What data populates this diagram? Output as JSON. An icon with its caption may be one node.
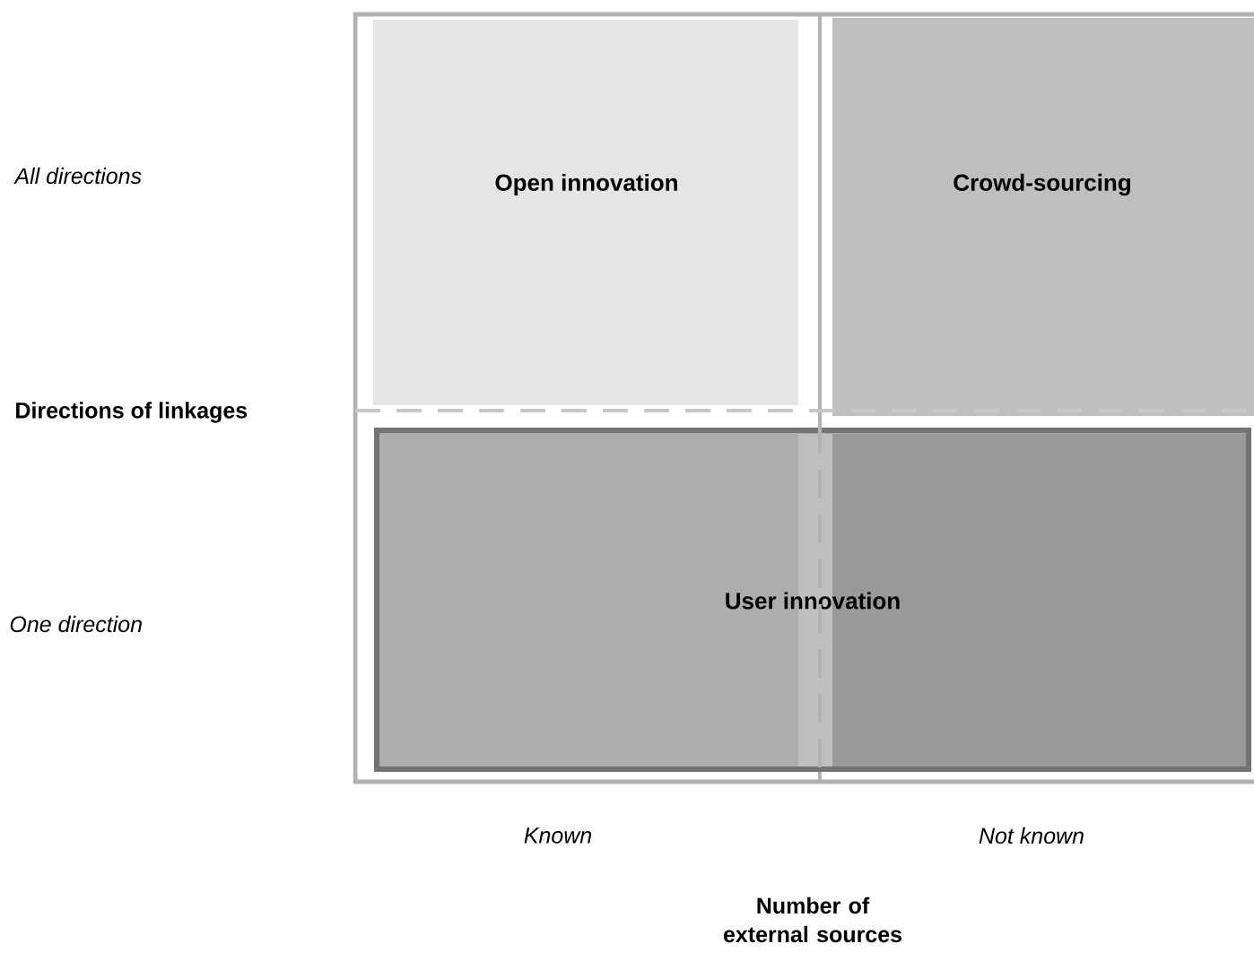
{
  "diagram": {
    "nodes": [
      {
        "text": [
          "Open innovation"
        ]
      },
      {
        "text": [
          "Crowd-sourcing"
        ]
      },
      {
        "text": [
          "User innovation"
        ]
      }
    ],
    "labels": [
      "All directions",
      "Directions of linkages",
      "One direction",
      "Known",
      "Not known",
      "Number of external sources"
    ]
  }
}
